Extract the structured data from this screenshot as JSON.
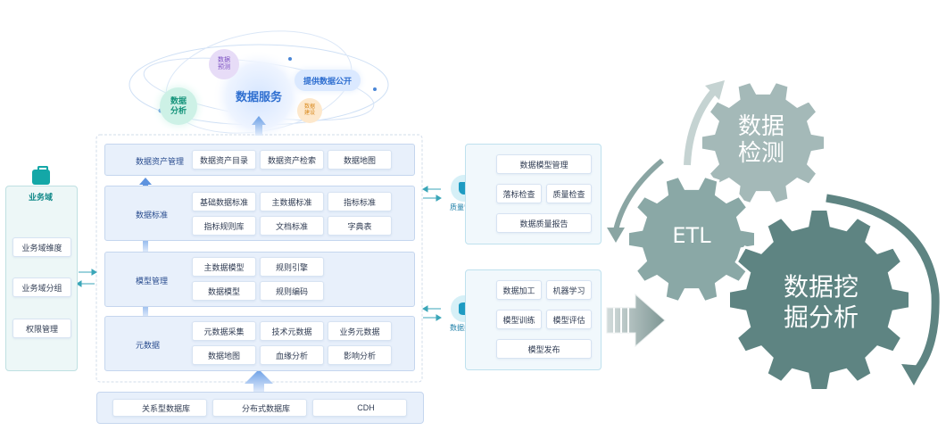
{
  "service": {
    "center": "数据服务",
    "nodes": {
      "predict": "数据\n预测",
      "analysis": "数据\n分析",
      "open": "提供数据公开",
      "tag": "数据\n建设"
    }
  },
  "domain": {
    "title": "业务域",
    "items": [
      "业务域维度",
      "业务域分组",
      "权限管理"
    ]
  },
  "layers": [
    {
      "label": "数据资产管理",
      "items": [
        "数据资产目录",
        "数据资产检索",
        "数据地图"
      ]
    },
    {
      "label": "数据标准",
      "items": [
        "基础数据标准",
        "主数据标准",
        "指标标准",
        "指标规则库",
        "文档标准",
        "字典表"
      ]
    },
    {
      "label": "模型管理",
      "items": [
        "主数据模型",
        "规则引擎",
        "数据模型",
        "规则编码"
      ]
    },
    {
      "label": "元数据",
      "items": [
        "元数据采集",
        "技术元数据",
        "业务元数据",
        "数据地图",
        "血缘分析",
        "影响分析"
      ]
    }
  ],
  "sources": [
    "关系型数据库",
    "分布式数据库",
    "CDH"
  ],
  "quality": {
    "title": "质量管理",
    "items": [
      "数据模型管理",
      "落标检查",
      "质量检查",
      "数据质量报告"
    ]
  },
  "mining": {
    "title": "数据挖掘",
    "items": [
      "数据加工",
      "机器学习",
      "模型训练",
      "模型评估",
      "模型发布"
    ]
  },
  "gears": {
    "top": "数据\n检测",
    "mid": "ETL",
    "big": "数据挖\n掘分析"
  },
  "colors": {
    "gear_light": "#a4b9b8",
    "gear_mid": "#8aa8a6",
    "gear_dark": "#5e8482",
    "layer_bg": "#e8f0fb",
    "accent_blue": "#3b7de0",
    "teal": "#3aa6c4"
  }
}
